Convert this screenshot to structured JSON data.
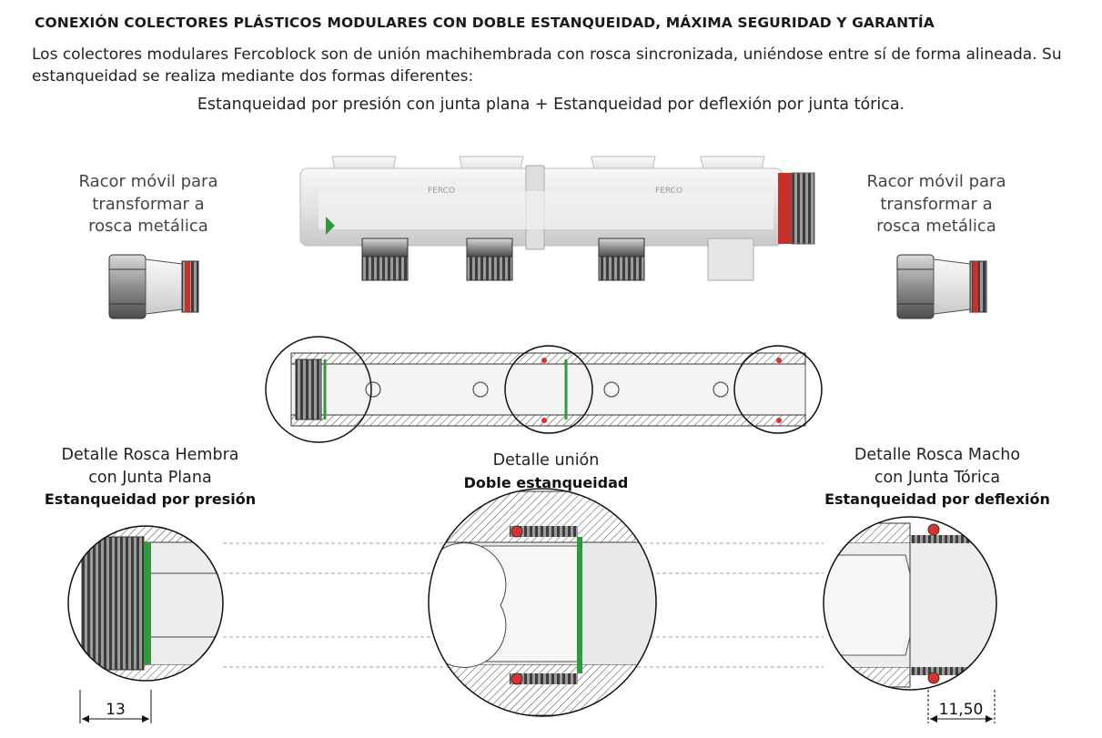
{
  "title": "CONEXIÓN COLECTORES PLÁSTICOS MODULARES CON DOBLE ESTANQUEIDAD, MÁXIMA SEGURIDAD Y GARANTÍA",
  "intro": "Los colectores modulares Fercoblock son de unión machihembrada con rosca sincronizada, uniéndose entre sí de forma alineada. Su estanqueidad se realiza mediante dos formas diferentes:",
  "subline": "Estanqueidad por presión con junta plana + Estanqueidad por deflexión por junta tórica.",
  "racor_left": {
    "line1": "Racor móvil para",
    "line2": "transformar a",
    "line3": "rosca metálica"
  },
  "racor_right": {
    "line1": "Racor móvil para",
    "line2": "transformar a",
    "line3": "rosca metálica"
  },
  "manifold_brand": "FERCO",
  "details": {
    "left": {
      "line1": "Detalle Rosca Hembra",
      "line2": "con Junta Plana",
      "bold": "Estanqueidad por presión"
    },
    "center": {
      "line1": "Detalle unión",
      "bold": "Doble estanqueidad"
    },
    "right": {
      "line1": "Detalle Rosca Macho",
      "line2": "con Junta Tórica",
      "bold": "Estanqueidad por deflexión"
    }
  },
  "dimensions": {
    "left": "13",
    "right": "11,50"
  },
  "colors": {
    "gasket_green": "#2e9a3c",
    "oring_red": "#d9342b",
    "plastic": "#e8e8e8",
    "metal": "#9a9a9a"
  }
}
